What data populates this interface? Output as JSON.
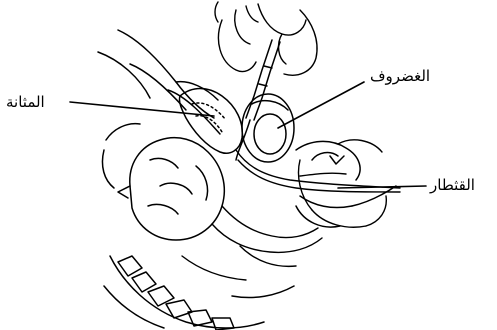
{
  "labels": {
    "bladder": "المثانة",
    "cartilage": "الغضروف",
    "catheter": "القثطار"
  },
  "colors": {
    "ink": "#000000",
    "background": "#ffffff"
  }
}
